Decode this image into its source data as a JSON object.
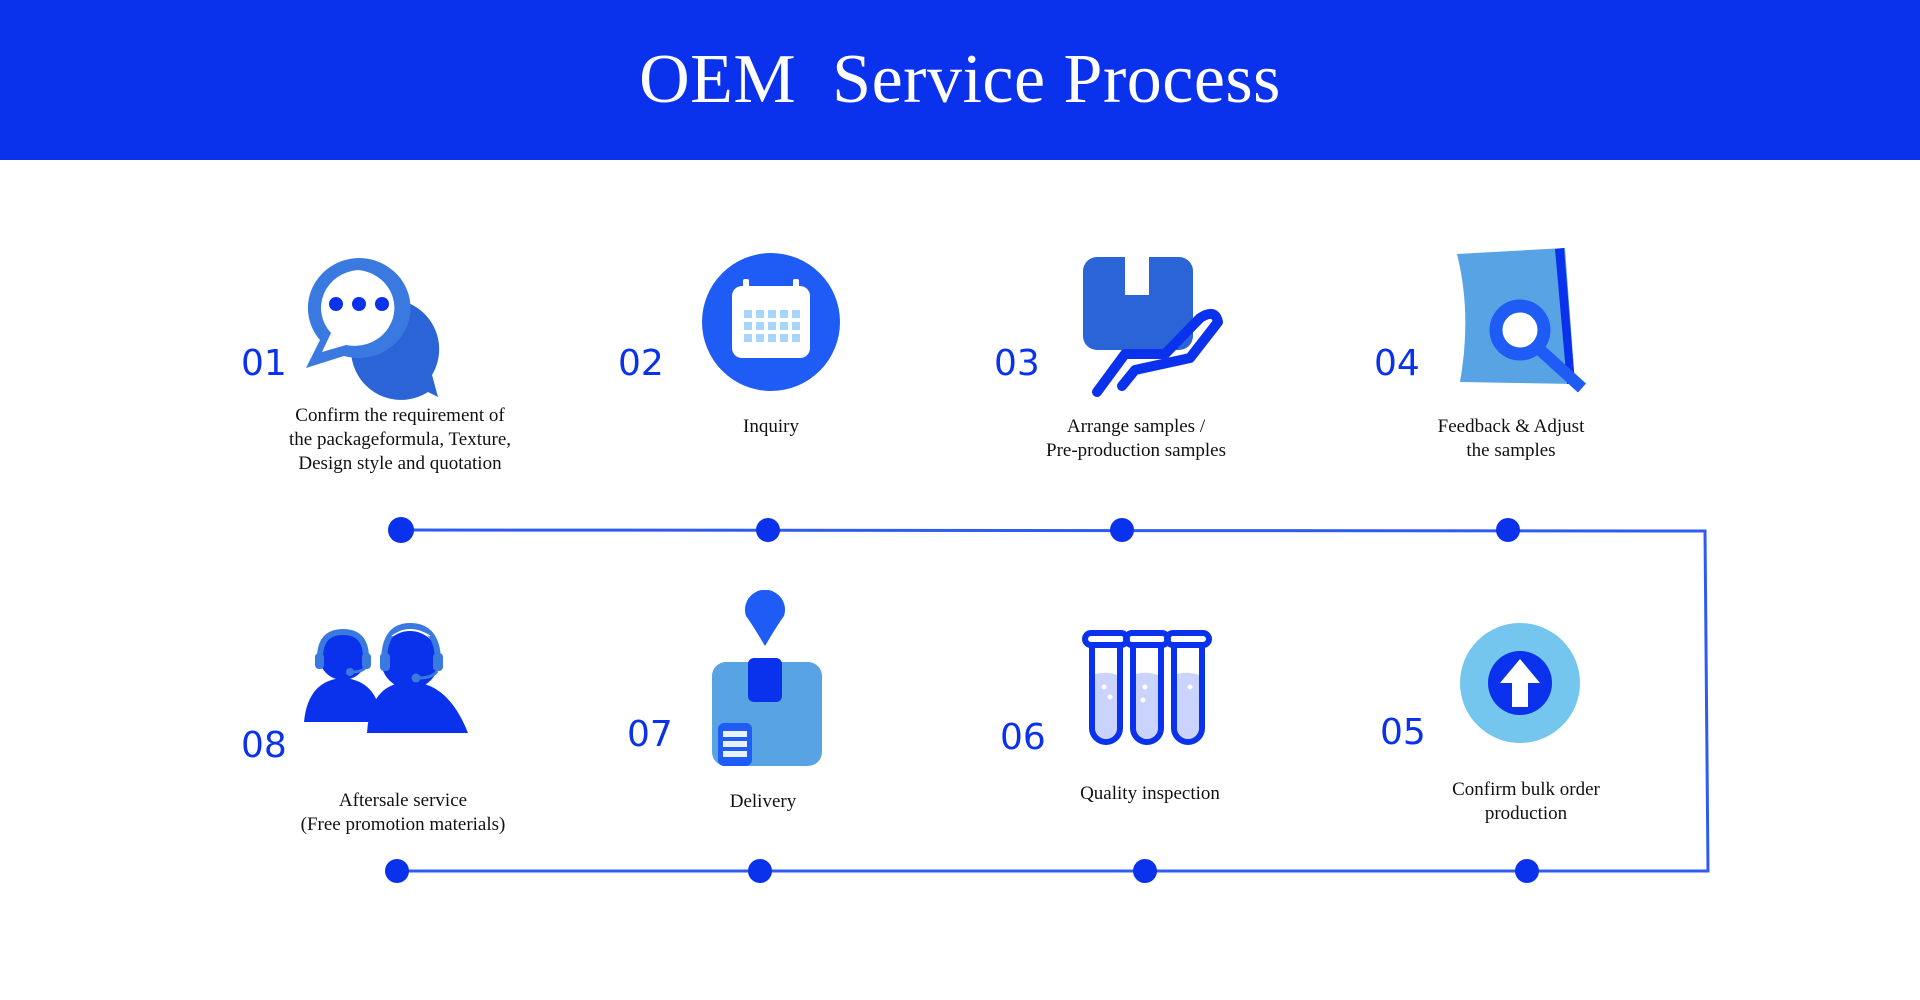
{
  "header": {
    "title": "OEM  Service Process",
    "background_color": "#0a32ec"
  },
  "colors": {
    "accent": "#0a32ec",
    "icon_blue": "#1f5cf5",
    "icon_mid_blue": "#2a64d6",
    "icon_light_blue": "#58a3e3",
    "icon_sky_blue": "#74c6ee",
    "line": "#2f5cf0"
  },
  "steps": [
    {
      "number": "01",
      "icon": "chat-bubbles-icon",
      "label_lines": [
        "Confirm the requirement of",
        "the packageformula, Texture,",
        "Design style and quotation"
      ]
    },
    {
      "number": "02",
      "icon": "calendar-icon",
      "label_lines": [
        "Inquiry"
      ]
    },
    {
      "number": "03",
      "icon": "hand-holding-box-icon",
      "label_lines": [
        "Arrange samples /",
        "Pre-production samples"
      ]
    },
    {
      "number": "04",
      "icon": "document-search-icon",
      "label_lines": [
        "Feedback & Adjust",
        "the samples"
      ]
    },
    {
      "number": "05",
      "icon": "upload-arrow-circle-icon",
      "label_lines": [
        "Confirm bulk order",
        "production"
      ]
    },
    {
      "number": "06",
      "icon": "test-tubes-icon",
      "label_lines": [
        "Quality inspection"
      ]
    },
    {
      "number": "07",
      "icon": "package-location-icon",
      "label_lines": [
        "Delivery"
      ]
    },
    {
      "number": "08",
      "icon": "support-headset-icon",
      "label_lines": [
        "Aftersale service",
        "(Free promotion materials)"
      ]
    }
  ]
}
